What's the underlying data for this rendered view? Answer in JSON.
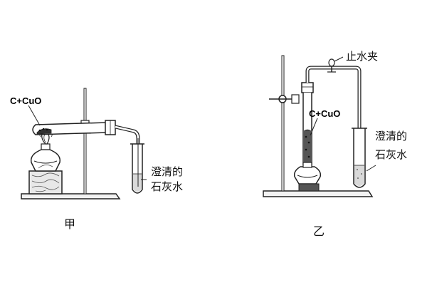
{
  "apparatus_a": {
    "reagent_label": "C+CuO",
    "reagent_label_color": "#111111",
    "absorber_label_line1": "澄清的",
    "absorber_label_line2": "石灰水",
    "caption": "甲"
  },
  "apparatus_b": {
    "clamp_label": "止水夹",
    "reagent_label": "C+CuO",
    "absorber_label_line1": "澄清的",
    "absorber_label_line2": "石灰水",
    "caption": "乙"
  },
  "colors": {
    "line": "#222222",
    "glass": "#ffffff",
    "liquid": "#d9d9d9",
    "base": "#f2f2f2",
    "wood": "#cfcfcf"
  }
}
